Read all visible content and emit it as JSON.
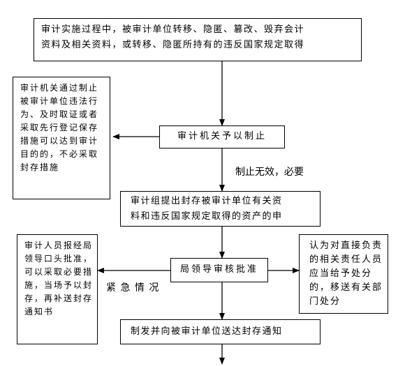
{
  "boxes": {
    "top_line1": "审计实施过程中，被审计单位转移、隐匿、篡改、毁弃会计",
    "top_line2": "资料及相关资料，或转移、隐匿所持有的违反国家规定取得",
    "sanction": "审计机关予以制止",
    "left_note": "审计机关通过制止被审计单位违法行为、及时取证或者采取先行登记保存措施可以达到审计目的的，不必采取封存措施",
    "seal_line1": "审计组提出封存被审计单位有关资",
    "seal_line2": "料和违反国家规定取得的资产的申",
    "approve": "局领导审核批准",
    "left_urgent": "审计人员报经局领导口头批准，可以采取必要措施，当场予以封存，再补送封存通知书",
    "right_transfer": "认为对直接负责的相关责任人员应当给予处分的，移送有关部门处分",
    "notice": "制发并向被审计单位送达封存通知"
  },
  "labels": {
    "ineffective": "制止无效，必要",
    "urgent": "紧 急 情 况"
  }
}
